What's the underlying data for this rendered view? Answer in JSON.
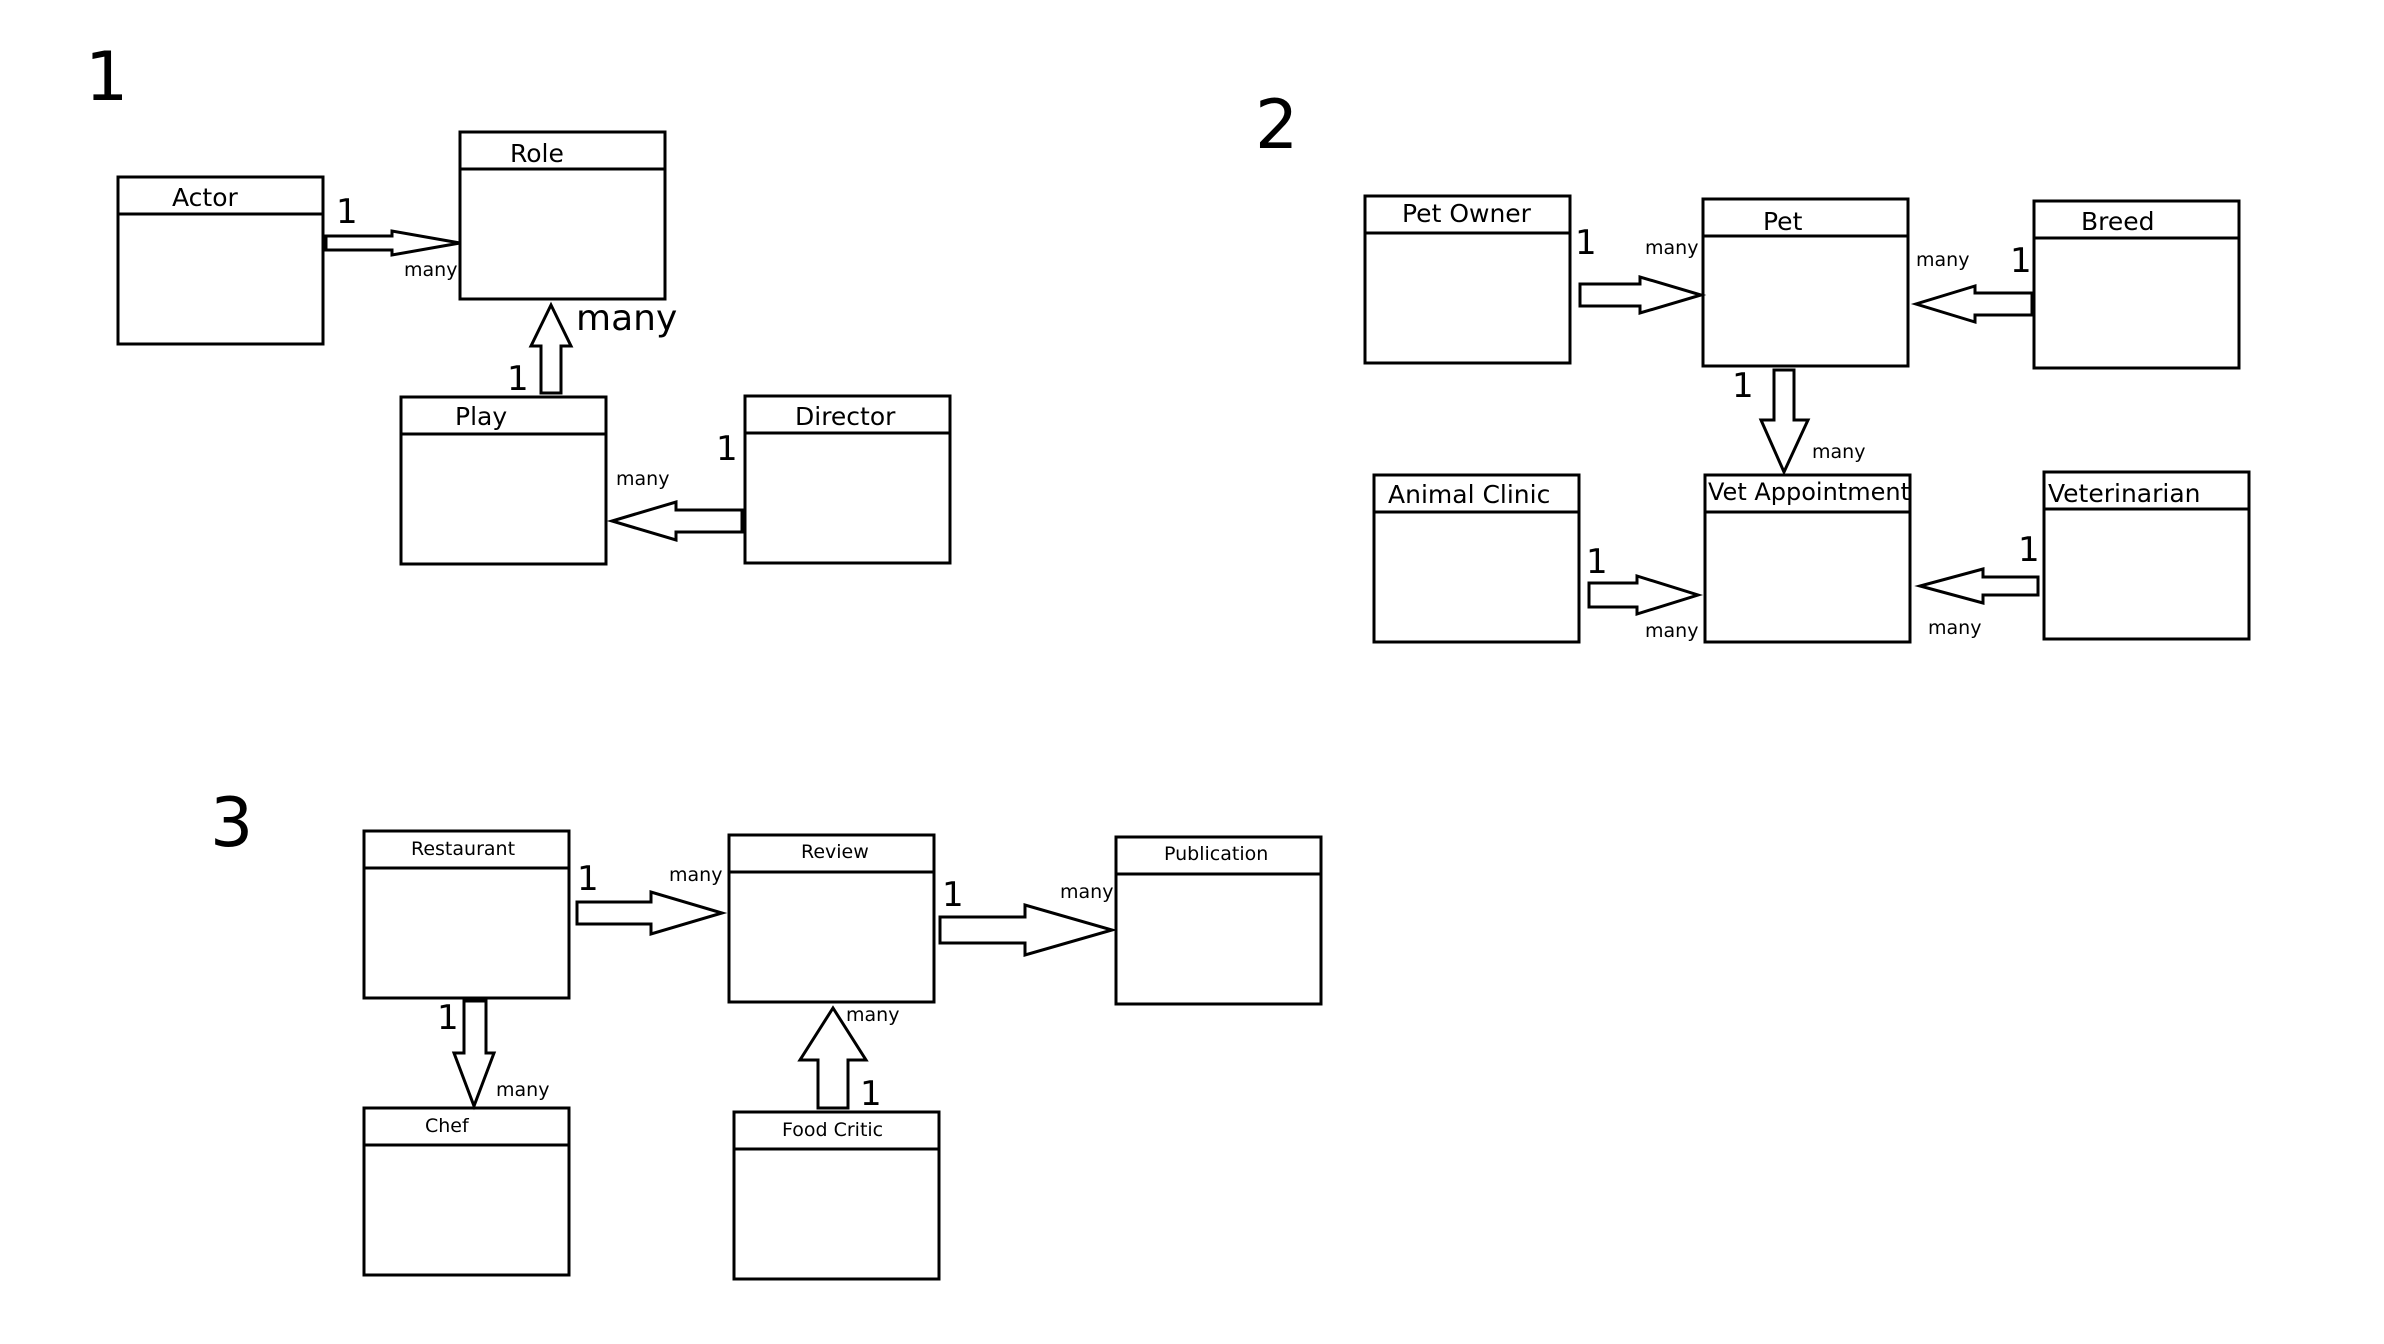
{
  "section_labels": [
    "1",
    "2",
    "3"
  ],
  "diagrams": {
    "d1": {
      "classes": {
        "actor": "Actor",
        "role": "Role",
        "play": "Play",
        "director": "Director"
      },
      "relations": [
        {
          "from": "Actor",
          "to": "Role",
          "source_mult": "1",
          "target_mult": "many"
        },
        {
          "from": "Play",
          "to": "Role",
          "source_mult": "1",
          "target_mult": "many"
        },
        {
          "from": "Director",
          "to": "Play",
          "source_mult": "1",
          "target_mult": "many"
        }
      ]
    },
    "d2": {
      "classes": {
        "pet_owner": "Pet Owner",
        "pet": "Pet",
        "breed": "Breed",
        "animal_clinic": "Animal Clinic",
        "vet_appointment": "Vet Appointment",
        "veterinarian": "Veterinarian"
      },
      "relations": [
        {
          "from": "Pet Owner",
          "to": "Pet",
          "source_mult": "1",
          "target_mult": "many"
        },
        {
          "from": "Breed",
          "to": "Pet",
          "source_mult": "1",
          "target_mult": "many"
        },
        {
          "from": "Pet",
          "to": "Vet Appointment",
          "source_mult": "1",
          "target_mult": "many"
        },
        {
          "from": "Animal Clinic",
          "to": "Vet Appointment",
          "source_mult": "1",
          "target_mult": "many"
        },
        {
          "from": "Veterinarian",
          "to": "Vet Appointment",
          "source_mult": "1",
          "target_mult": "many"
        }
      ]
    },
    "d3": {
      "classes": {
        "restaurant": "Restaurant",
        "review": "Review",
        "publication": "Publication",
        "chef": "Chef",
        "food_critic": "Food Critic"
      },
      "relations": [
        {
          "from": "Restaurant",
          "to": "Review",
          "source_mult": "1",
          "target_mult": "many"
        },
        {
          "from": "Review",
          "to": "Publication",
          "source_mult": "1",
          "target_mult": "many"
        },
        {
          "from": "Restaurant",
          "to": "Chef",
          "source_mult": "1",
          "target_mult": "many"
        },
        {
          "from": "Food Critic",
          "to": "Review",
          "source_mult": "1",
          "target_mult": "many"
        }
      ]
    }
  }
}
